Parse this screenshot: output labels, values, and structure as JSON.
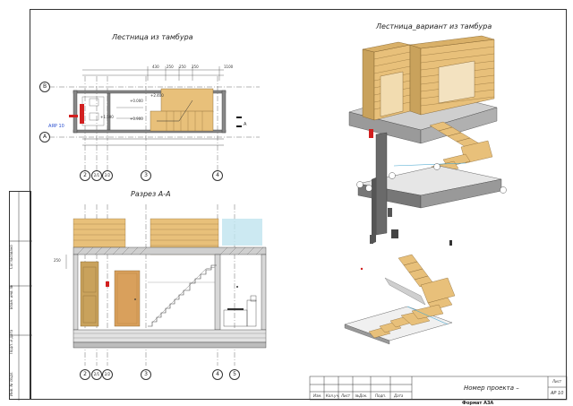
{
  "plan": {
    "title": "Лестница из тамбура",
    "axis_rows": [
      "B",
      "A"
    ],
    "axis_cols": [
      "2",
      "2/1",
      "2/2",
      "3",
      "4"
    ],
    "tag": "АЯР 10",
    "section_mark": "A",
    "dims_top": [
      "430",
      "250",
      "250",
      "250",
      "1100"
    ],
    "dims_inner": [
      "+0.000",
      "+1.500",
      "+0.900",
      "+2.400"
    ]
  },
  "section": {
    "title": "Разрез А-А",
    "axis_cols": [
      "2",
      "2/1",
      "2/2",
      "3",
      "4",
      "5"
    ],
    "height_label": "250"
  },
  "view3d": {
    "title": "Лестница_вариант из тамбура"
  },
  "sidebar": {
    "labels": [
      "Согласовано",
      "Взам. инв. №",
      "Подп. и дата",
      "Инв. № подл."
    ]
  },
  "stamp": {
    "columns": [
      "Изм.",
      "Кол.уч.",
      "Лист",
      "№Док.",
      "Подп.",
      "Дата"
    ],
    "project_number": "Номер проекта –",
    "sheet_label": "Лист",
    "sheet_value": "АР 10"
  },
  "format_label": "Формат А3А",
  "colors": {
    "wood": "#e8c07a",
    "wood_dark": "#c9a25c",
    "wood_line": "#7a5a2a",
    "concrete": "#9a9a9a",
    "hatch": "#555555",
    "glass": "#bfe4ef",
    "door": "#d9a05c",
    "accent_red": "#d22020",
    "tag_blue": "#2a4fd0"
  }
}
